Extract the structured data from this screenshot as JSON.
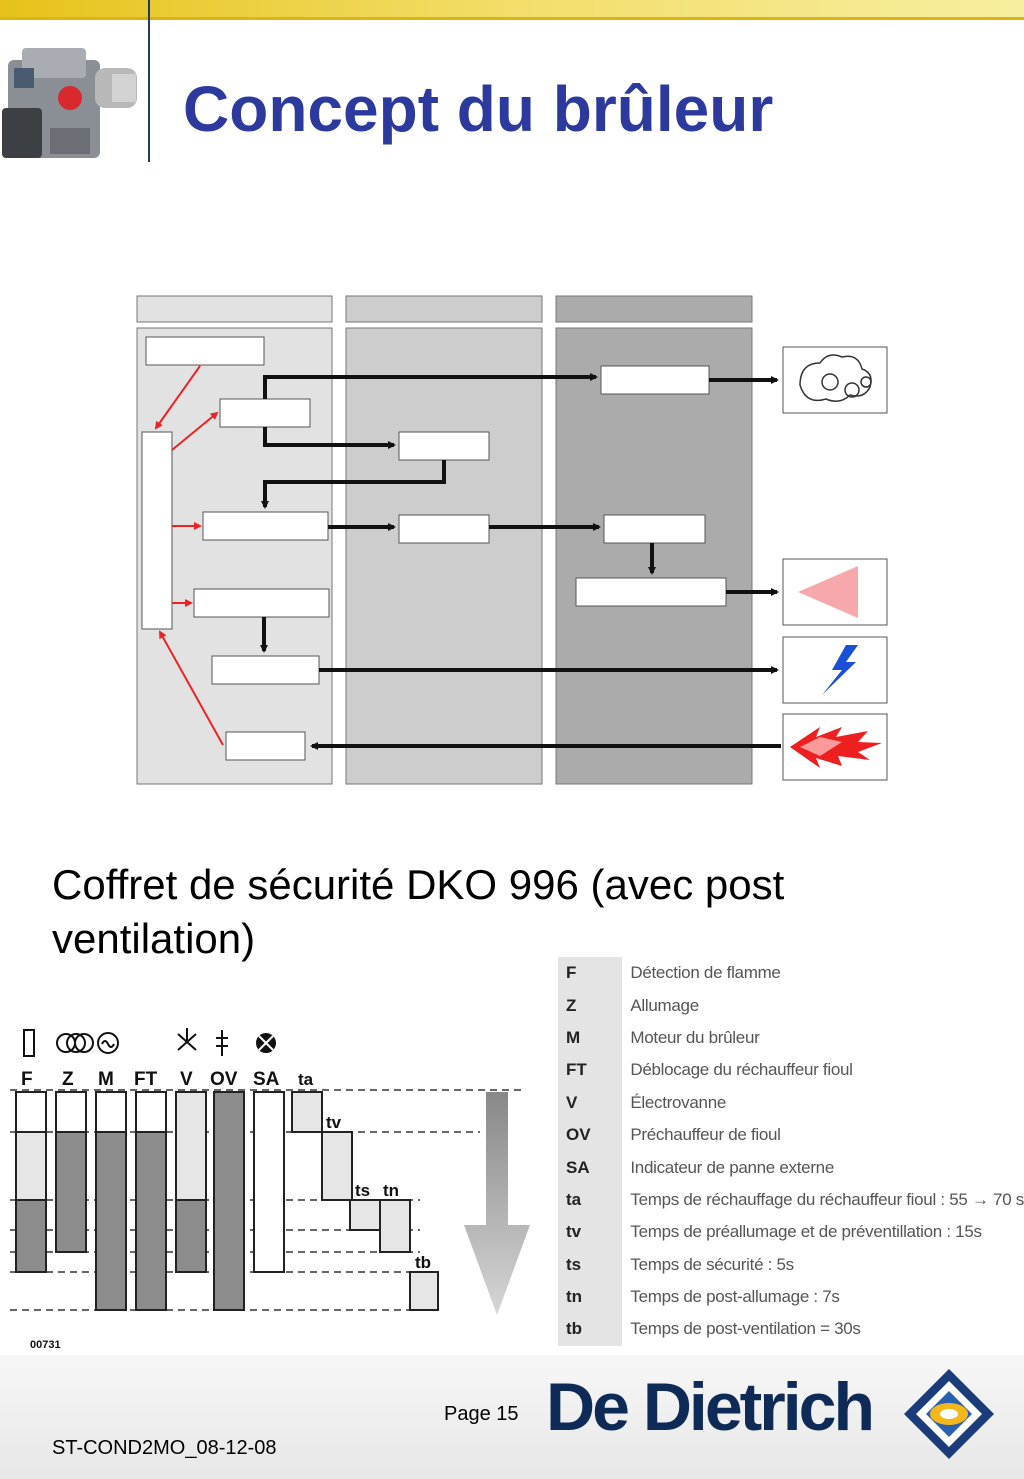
{
  "header": {
    "title": "Concept du brûleur"
  },
  "caption": "Coffret de sécurité DKO 996 (avec post ventilation)",
  "timing_diagram": {
    "signals": [
      "F",
      "Z",
      "M",
      "FT",
      "V",
      "OV",
      "SA",
      "ta",
      "tv",
      "ts",
      "tn",
      "tb"
    ],
    "code": "00731"
  },
  "legend": [
    {
      "code": "F",
      "desc": "Détection de flamme"
    },
    {
      "code": "Z",
      "desc": "Allumage"
    },
    {
      "code": "M",
      "desc": "Moteur du brûleur"
    },
    {
      "code": "FT",
      "desc": "Déblocage du réchauffeur fioul"
    },
    {
      "code": "V",
      "desc": "Électrovanne"
    },
    {
      "code": "OV",
      "desc": "Préchauffeur de fioul"
    },
    {
      "code": "SA",
      "desc": "Indicateur de panne externe"
    },
    {
      "code": "ta",
      "desc": "Temps de réchauffage du réchauffeur fioul : 55 → 70 s"
    },
    {
      "code": "tv",
      "desc": "Temps de préallumage et de préventillation : 15s"
    },
    {
      "code": "ts",
      "desc": "Temps de sécurité : 5s"
    },
    {
      "code": "tn",
      "desc": "Temps de post-allumage : 7s"
    },
    {
      "code": "tb",
      "desc": "Temps de post-ventilation = 30s"
    }
  ],
  "footer": {
    "page": "Page 15",
    "doc_ref": "ST-COND2MO_08-12-08",
    "brand": "De Dietrich"
  },
  "colors": {
    "title": "#2b3a9c",
    "brand": "#0e2a57",
    "accent_yellow": "#e6c21a",
    "arrow_red": "#ee2222"
  }
}
